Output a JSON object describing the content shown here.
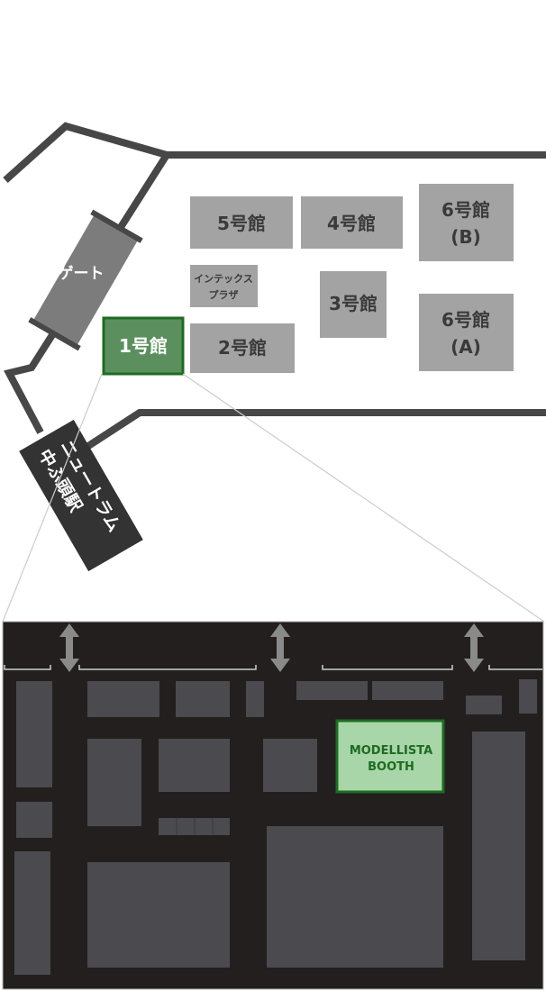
{
  "halls": {
    "hall5": "5号館",
    "hall4": "4号館",
    "hall6b_line1": "6号館",
    "hall6b_line2": "(B)",
    "intex_line1": "インテックス",
    "intex_line2": "プラザ",
    "hall3": "3号館",
    "hall6a_line1": "6号館",
    "hall6a_line2": "(A)",
    "hall1": "1号館",
    "hall2": "2号館"
  },
  "gate": {
    "label": "ゲート"
  },
  "station": {
    "line1": "ニュートラム",
    "line2": "中ふ頭駅"
  },
  "booth": {
    "line1": "MODELLISTA",
    "line2": "BOOTH"
  },
  "colors": {
    "road": "#474747",
    "hall": "#a3a3a3",
    "highlight": "#5c8f5e",
    "highlight_border": "#1e6b22",
    "floor_bg": "#231f1f",
    "floor_block": "#4b4a4e",
    "booth_fill": "#a8d6a8",
    "booth_text": "#1e6b22"
  }
}
